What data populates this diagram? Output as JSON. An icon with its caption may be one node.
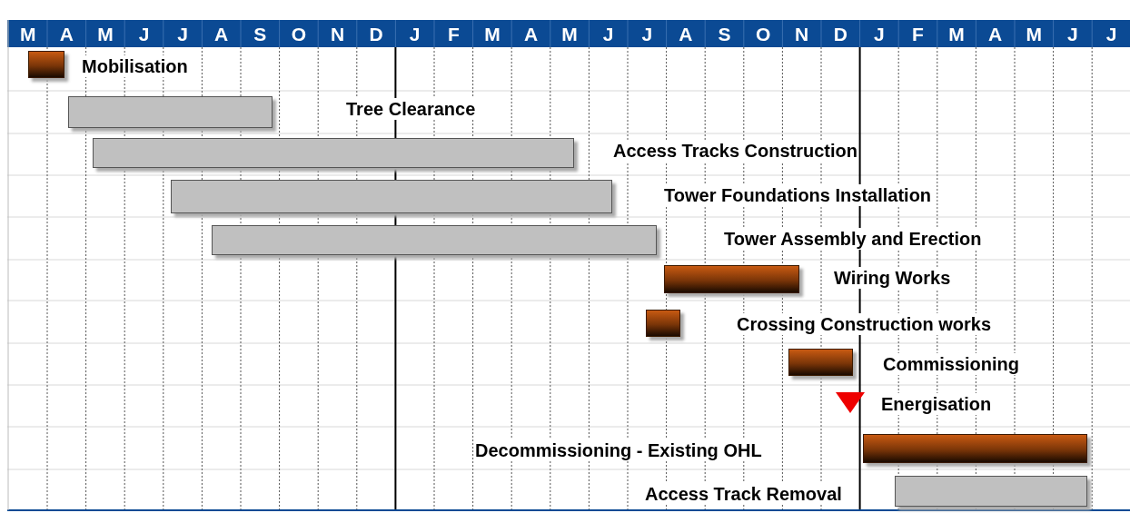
{
  "diagram": {
    "nodes": [
      {
        "text": [],
        "shape": "bar"
      },
      {
        "text": [],
        "shape": "bar"
      },
      {
        "text": [],
        "shape": "bar"
      },
      {
        "text": [],
        "shape": "bar"
      },
      {
        "text": [],
        "shape": "bar"
      },
      {
        "text": [],
        "shape": "bar"
      },
      {
        "text": [],
        "shape": "bar"
      },
      {
        "text": [],
        "shape": "bar"
      },
      {
        "text": [],
        "shape": "triangle"
      },
      {
        "text": [],
        "shape": "bar"
      },
      {
        "text": [],
        "shape": "bar"
      }
    ],
    "labels": [
      "M",
      "A",
      "M",
      "J",
      "J",
      "A",
      "S",
      "O",
      "N",
      "D",
      "J",
      "F",
      "M",
      "A",
      "M",
      "J",
      "J",
      "A",
      "S",
      "O",
      "N",
      "D",
      "J",
      "F",
      "M",
      "A",
      "M",
      "J",
      "J",
      "Mobilisation",
      "Tree Clearance",
      "Access Tracks Construction",
      "Tower Foundations Installation",
      "Tower Assembly and Erection",
      "Wiring Works",
      "Crossing Construction works",
      "Commissioning",
      "Energisation",
      "Decommissioning - Existing OHL",
      "Access Track Removal"
    ]
  }
}
